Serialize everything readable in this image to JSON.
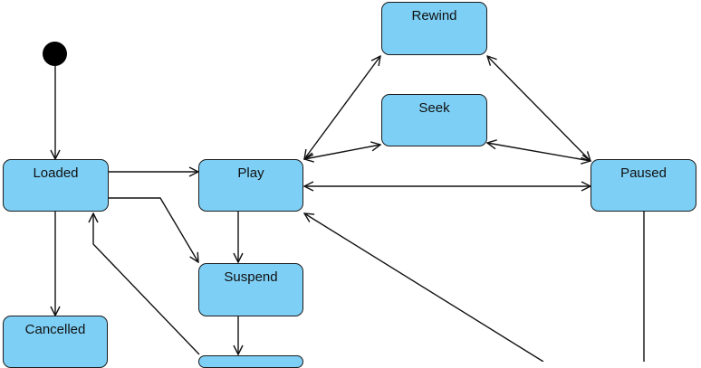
{
  "diagram": {
    "states": [
      {
        "id": "loaded",
        "label": "Loaded"
      },
      {
        "id": "play",
        "label": "Play"
      },
      {
        "id": "rewind",
        "label": "Rewind"
      },
      {
        "id": "seek",
        "label": "Seek"
      },
      {
        "id": "paused",
        "label": "Paused"
      },
      {
        "id": "suspend",
        "label": "Suspend"
      },
      {
        "id": "cancelled",
        "label": "Cancelled"
      },
      {
        "id": "bottom-state",
        "label": ""
      }
    ],
    "transitions": [
      {
        "from": "initial",
        "to": "loaded"
      },
      {
        "from": "loaded",
        "to": "play"
      },
      {
        "from": "loaded",
        "to": "suspend"
      },
      {
        "from": "loaded",
        "to": "cancelled"
      },
      {
        "from": "play",
        "to": "suspend"
      },
      {
        "from": "play",
        "to": "rewind",
        "bidirectional": true
      },
      {
        "from": "play",
        "to": "seek",
        "bidirectional": true
      },
      {
        "from": "play",
        "to": "paused",
        "bidirectional": true
      },
      {
        "from": "rewind",
        "to": "paused",
        "bidirectional": true
      },
      {
        "from": "seek",
        "to": "paused",
        "bidirectional": true
      },
      {
        "from": "suspend",
        "to": "bottom-state"
      },
      {
        "from": "bottom-state",
        "to": "loaded"
      },
      {
        "from": "paused",
        "to": "play"
      }
    ],
    "colors": {
      "state_fill": "#7dcff5",
      "state_border": "#1c1c1c",
      "edge": "#111111",
      "initial": "#000000"
    }
  }
}
